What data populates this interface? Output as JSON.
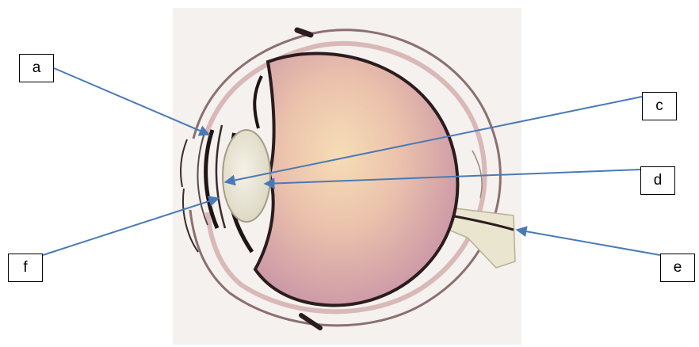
{
  "labels": {
    "a": "a",
    "c": "c",
    "d": "d",
    "e": "e",
    "f": "f"
  },
  "colors": {
    "arrow": "#4a7ab5",
    "vitreous_center": "#f6ddb6",
    "vitreous_edge": "#d3a3ae",
    "lens": "#eeeadc",
    "outline": "#2b1c1e",
    "nerve": "#eae5cf",
    "background_panel": "#f4f1ee"
  }
}
